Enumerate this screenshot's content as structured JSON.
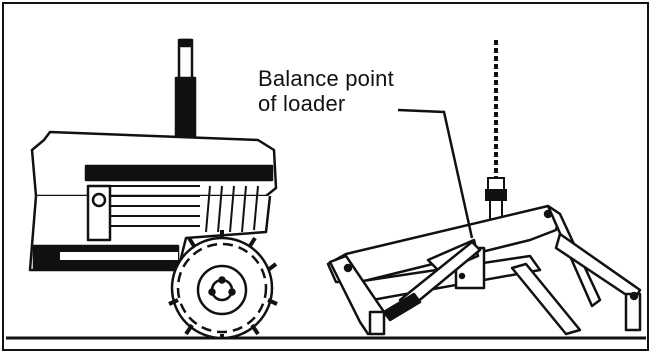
{
  "callout": {
    "line1": "Balance point",
    "line2": "of loader"
  },
  "icons": [
    "tractor-icon",
    "front-loader-icon",
    "lifting-chain-icon",
    "ground-line"
  ],
  "colors": {
    "ink": "#111111",
    "paper": "#ffffff"
  }
}
